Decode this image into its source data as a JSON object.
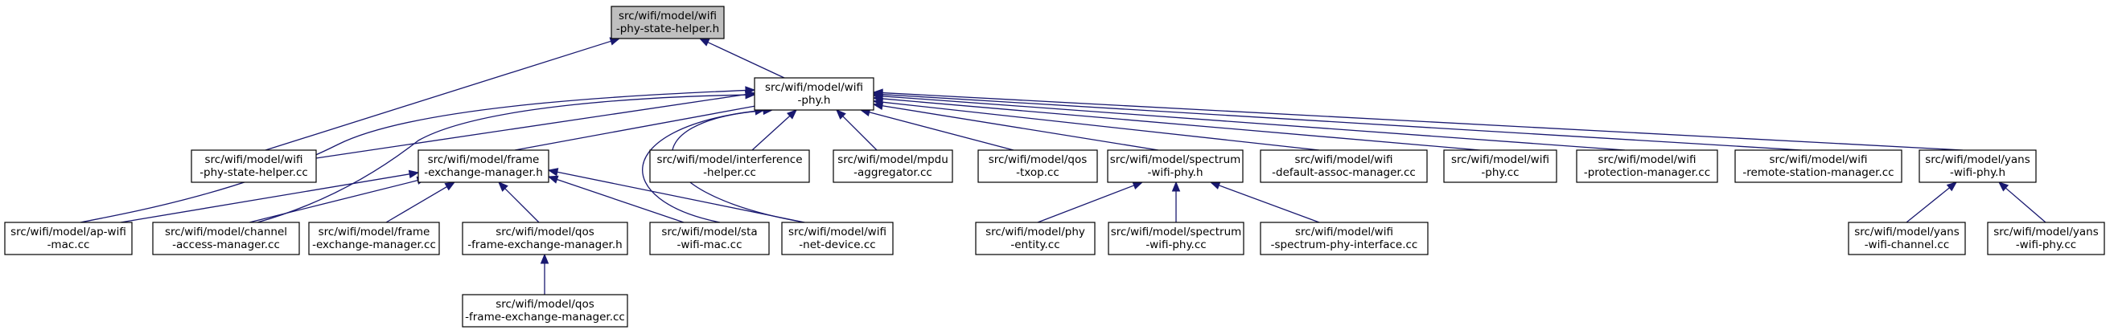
{
  "graph": {
    "nodes": [
      {
        "id": "n0",
        "lines": [
          "src/wifi/model/wifi",
          "-phy-state-helper.h"
        ],
        "root": true
      },
      {
        "id": "n1",
        "lines": [
          "src/wifi/model/wifi",
          "-phy.h"
        ]
      },
      {
        "id": "n2",
        "lines": [
          "src/wifi/model/wifi",
          "-phy-state-helper.cc"
        ]
      },
      {
        "id": "n3",
        "lines": [
          "src/wifi/model/frame",
          "-exchange-manager.h"
        ]
      },
      {
        "id": "n4",
        "lines": [
          "src/wifi/model/interference",
          "-helper.cc"
        ]
      },
      {
        "id": "n5",
        "lines": [
          "src/wifi/model/mpdu",
          "-aggregator.cc"
        ]
      },
      {
        "id": "n6",
        "lines": [
          "src/wifi/model/qos",
          "-txop.cc"
        ]
      },
      {
        "id": "n7",
        "lines": [
          "src/wifi/model/spectrum",
          "-wifi-phy.h"
        ]
      },
      {
        "id": "n8",
        "lines": [
          "src/wifi/model/wifi",
          "-default-assoc-manager.cc"
        ]
      },
      {
        "id": "n9",
        "lines": [
          "src/wifi/model/wifi",
          "-phy.cc"
        ]
      },
      {
        "id": "n10",
        "lines": [
          "src/wifi/model/wifi",
          "-protection-manager.cc"
        ]
      },
      {
        "id": "n11",
        "lines": [
          "src/wifi/model/wifi",
          "-remote-station-manager.cc"
        ]
      },
      {
        "id": "n12",
        "lines": [
          "src/wifi/model/yans",
          "-wifi-phy.h"
        ]
      },
      {
        "id": "n13",
        "lines": [
          "src/wifi/model/ap-wifi",
          "-mac.cc"
        ]
      },
      {
        "id": "n14",
        "lines": [
          "src/wifi/model/channel",
          "-access-manager.cc"
        ]
      },
      {
        "id": "n15",
        "lines": [
          "src/wifi/model/frame",
          "-exchange-manager.cc"
        ]
      },
      {
        "id": "n16",
        "lines": [
          "src/wifi/model/qos",
          "-frame-exchange-manager.h"
        ]
      },
      {
        "id": "n17",
        "lines": [
          "src/wifi/model/sta",
          "-wifi-mac.cc"
        ]
      },
      {
        "id": "n18",
        "lines": [
          "src/wifi/model/wifi",
          "-net-device.cc"
        ]
      },
      {
        "id": "n19",
        "lines": [
          "src/wifi/model/phy",
          "-entity.cc"
        ]
      },
      {
        "id": "n20",
        "lines": [
          "src/wifi/model/spectrum",
          "-wifi-phy.cc"
        ]
      },
      {
        "id": "n21",
        "lines": [
          "src/wifi/model/wifi",
          "-spectrum-phy-interface.cc"
        ]
      },
      {
        "id": "n22",
        "lines": [
          "src/wifi/model/yans",
          "-wifi-channel.cc"
        ]
      },
      {
        "id": "n23",
        "lines": [
          "src/wifi/model/yans",
          "-wifi-phy.cc"
        ]
      },
      {
        "id": "n24",
        "lines": [
          "src/wifi/model/qos",
          "-frame-exchange-manager.cc"
        ]
      }
    ],
    "edges": [
      {
        "from": "n2",
        "to": "n0"
      },
      {
        "from": "n1",
        "to": "n0"
      },
      {
        "from": "n2",
        "to": "n1"
      },
      {
        "from": "n3",
        "to": "n1"
      },
      {
        "from": "n4",
        "to": "n1"
      },
      {
        "from": "n5",
        "to": "n1"
      },
      {
        "from": "n6",
        "to": "n1"
      },
      {
        "from": "n7",
        "to": "n1"
      },
      {
        "from": "n8",
        "to": "n1"
      },
      {
        "from": "n9",
        "to": "n1"
      },
      {
        "from": "n10",
        "to": "n1"
      },
      {
        "from": "n11",
        "to": "n1"
      },
      {
        "from": "n12",
        "to": "n1"
      },
      {
        "from": "n13",
        "to": "n1"
      },
      {
        "from": "n14",
        "to": "n1"
      },
      {
        "from": "n17",
        "to": "n1"
      },
      {
        "from": "n18",
        "to": "n1"
      },
      {
        "from": "n13",
        "to": "n3"
      },
      {
        "from": "n14",
        "to": "n3"
      },
      {
        "from": "n15",
        "to": "n3"
      },
      {
        "from": "n16",
        "to": "n3"
      },
      {
        "from": "n17",
        "to": "n3"
      },
      {
        "from": "n18",
        "to": "n3"
      },
      {
        "from": "n24",
        "to": "n16"
      },
      {
        "from": "n19",
        "to": "n7"
      },
      {
        "from": "n20",
        "to": "n7"
      },
      {
        "from": "n21",
        "to": "n7"
      },
      {
        "from": "n22",
        "to": "n12"
      },
      {
        "from": "n23",
        "to": "n12"
      }
    ]
  }
}
